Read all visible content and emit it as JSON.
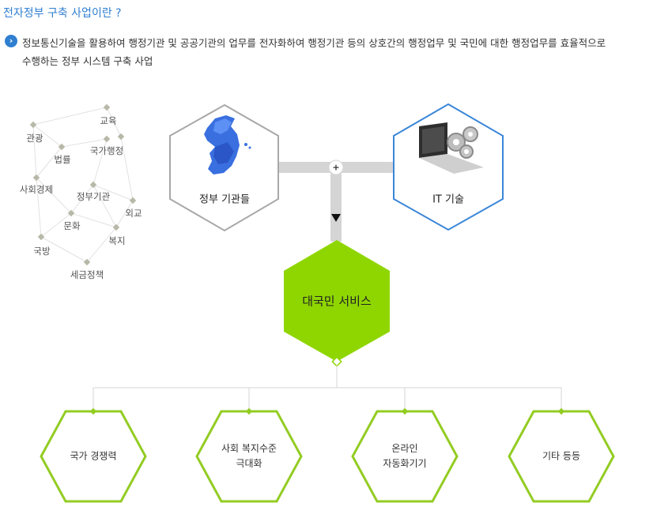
{
  "title": "전자정부 구축 사업이란 ?",
  "description": {
    "line1": "정보통신기술을 활용하여 행정기관 및 공공기관의 업무를 전자화하여 행정기관 등의 상호간의 행정업무 및 국민에 대한 행정업무를 효율적으로",
    "line2": "수행하는 정부 시스템 구축 사업"
  },
  "keywords": [
    "교육",
    "관광",
    "법률",
    "국가행정",
    "사회경제",
    "정부기관",
    "외교",
    "문화",
    "복지",
    "국방",
    "세금정책"
  ],
  "nodes": {
    "government": "정부 기관들",
    "it": "IT 기술",
    "plus_symbol": "+",
    "service": "대국민 서비스"
  },
  "outcomes": [
    {
      "line1": "국가 경쟁력",
      "line2": ""
    },
    {
      "line1": "사회 복지수준",
      "line2": "극대화"
    },
    {
      "line1": "온라인",
      "line2": "자동화기기"
    },
    {
      "line1": "기타 등등",
      "line2": ""
    }
  ],
  "colors": {
    "title_blue": "#2f7fd1",
    "gov_hex_stroke": "#a8a8a8",
    "it_hex_stroke": "#3a86d8",
    "service_green": "#8fd600",
    "outcome_stroke": "#93cc23",
    "connector_gray": "#d5d5d5"
  },
  "icons": {
    "bullet": "chevron-right-icon",
    "government_image": "korea-map-icon",
    "it_image": "laptop-gears-icon"
  }
}
